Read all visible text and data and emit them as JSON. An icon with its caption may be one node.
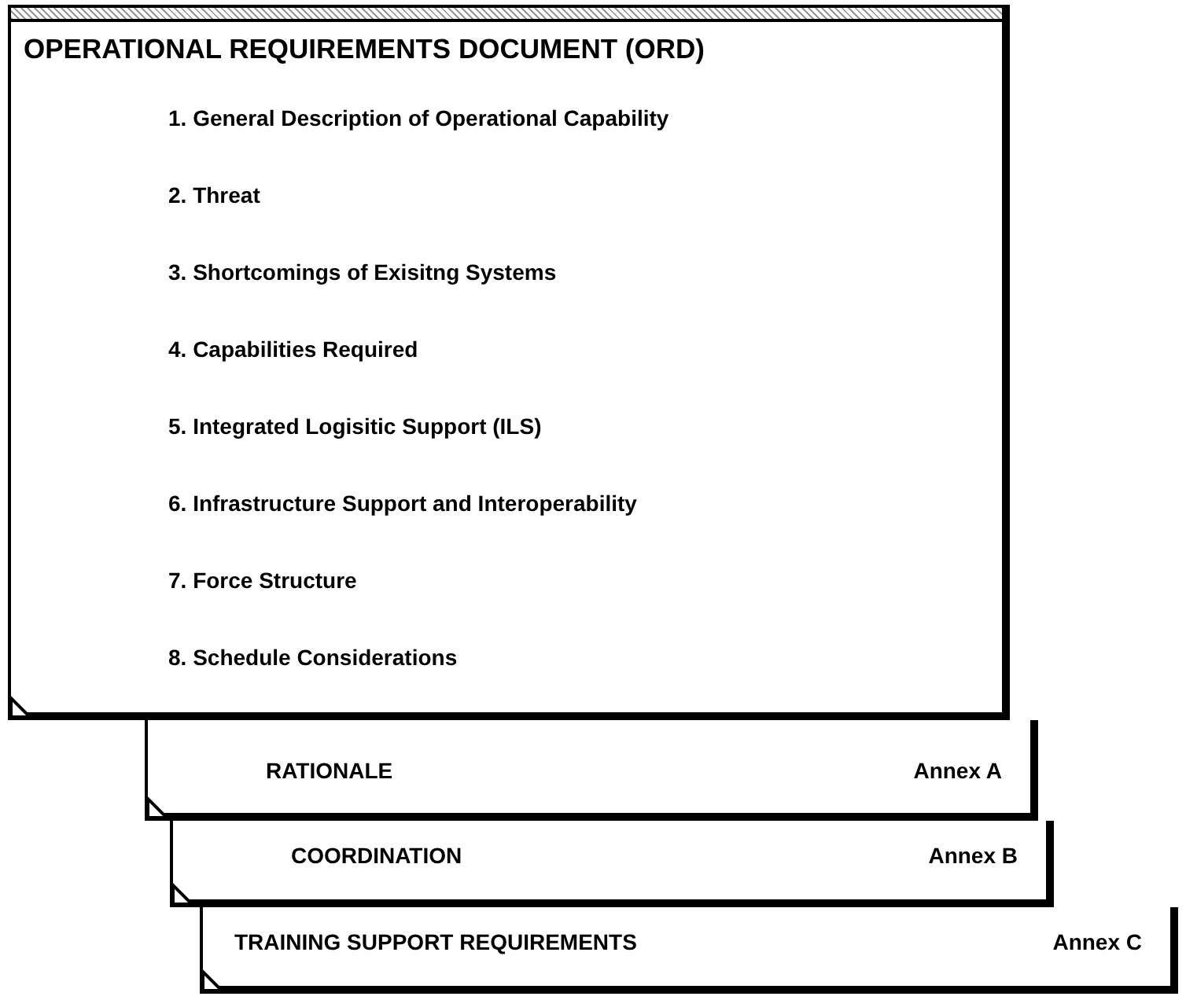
{
  "diagram": {
    "nodes": [
      {
        "text": [
          "OPERATIONAL REQUIREMENTS DOCUMENT (ORD)",
          "1. General Description of Operational Capability",
          "2. Threat",
          "3. Shortcomings of Exisitng Systems",
          "4. Capabilities Required",
          "5. Integrated Logisitic Support (ILS)",
          "6. Infrastructure Support and Interoperability",
          "7. Force Structure",
          "8. Schedule Considerations"
        ]
      },
      {
        "text": [
          "RATIONALE",
          "Annex A"
        ]
      },
      {
        "text": [
          "COORDINATION",
          "Annex B"
        ]
      },
      {
        "text": [
          "TRAINING SUPPORT REQUIREMENTS",
          "Annex C"
        ]
      }
    ]
  }
}
